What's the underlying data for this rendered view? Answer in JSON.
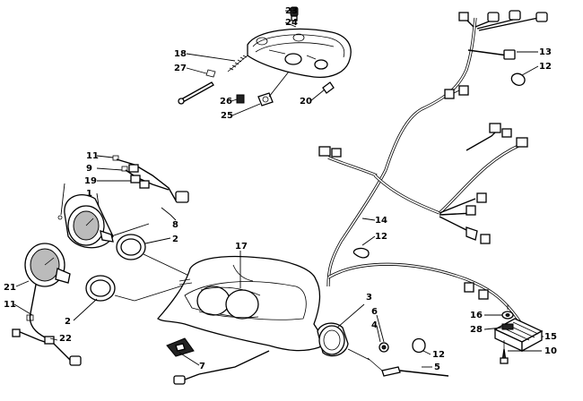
{
  "diagram": {
    "callouts": [
      {
        "id": "23",
        "text": "23"
      },
      {
        "id": "24",
        "text": "24"
      },
      {
        "id": "18",
        "text": "18"
      },
      {
        "id": "27",
        "text": "27"
      },
      {
        "id": "26",
        "text": "26"
      },
      {
        "id": "25",
        "text": "25"
      },
      {
        "id": "20",
        "text": "20"
      },
      {
        "id": "13",
        "text": "13"
      },
      {
        "id": "12a",
        "text": "12"
      },
      {
        "id": "11a",
        "text": "11"
      },
      {
        "id": "9",
        "text": "9"
      },
      {
        "id": "19",
        "text": "19"
      },
      {
        "id": "1",
        "text": "1"
      },
      {
        "id": "8",
        "text": "8"
      },
      {
        "id": "2a",
        "text": "2"
      },
      {
        "id": "17",
        "text": "17"
      },
      {
        "id": "14",
        "text": "14"
      },
      {
        "id": "12b",
        "text": "12"
      },
      {
        "id": "21",
        "text": "21"
      },
      {
        "id": "11b",
        "text": "11"
      },
      {
        "id": "2b",
        "text": "2"
      },
      {
        "id": "22",
        "text": "22"
      },
      {
        "id": "3",
        "text": "3"
      },
      {
        "id": "6",
        "text": "6"
      },
      {
        "id": "4",
        "text": "4"
      },
      {
        "id": "12c",
        "text": "12"
      },
      {
        "id": "5",
        "text": "5"
      },
      {
        "id": "7",
        "text": "7"
      },
      {
        "id": "16",
        "text": "16"
      },
      {
        "id": "28",
        "text": "28"
      },
      {
        "id": "15",
        "text": "15"
      },
      {
        "id": "10",
        "text": "10"
      }
    ]
  }
}
